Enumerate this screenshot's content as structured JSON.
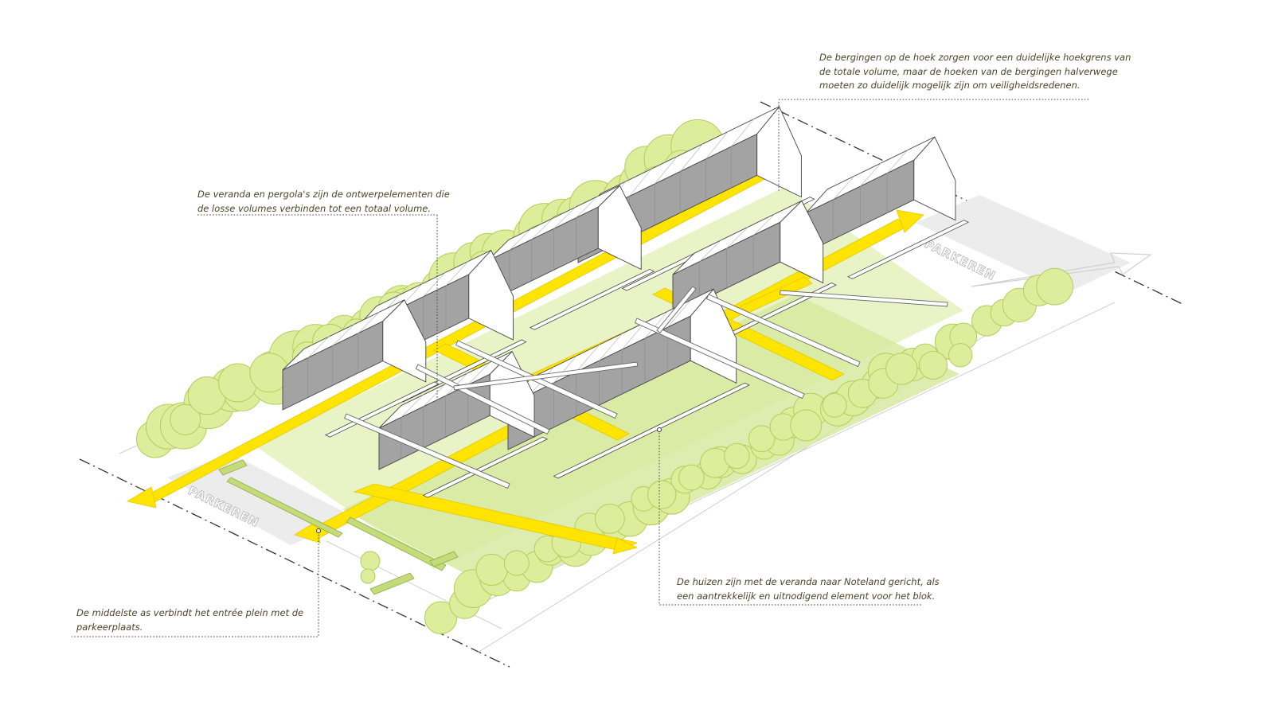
{
  "annotations": {
    "top_right": [
      "De bergingen op de hoek zorgen voor een duidelijke hoekgrens van",
      "de totale volume, maar de hoeken van de bergingen halverwege",
      "moeten zo duidelijk mogelijk zijn om veiligheidsredenen."
    ],
    "middle_left": [
      "De veranda en pergola's zijn de ontwerpelementen die",
      "de losse volumes verbinden tot een totaal volume."
    ],
    "bottom_right": [
      "De huizen zijn met de veranda naar Noteland gericht, als",
      "een aantrekkelijk en uitnodigend element voor het blok."
    ],
    "bottom_left": [
      "De middelste as verbindt het entrée plein met de",
      "parkeerplaats."
    ]
  },
  "site_labels": {
    "parking_left": "PARKEREN",
    "parking_right": "PARKEREN"
  },
  "colors": {
    "tree_fill": "#dcee9c",
    "tree_stroke": "#b5cc5a",
    "path_yellow": "#ffe400",
    "ground_green": "#c9df87",
    "roof_white": "#ffffff",
    "wall_gray": "#9a9a9a",
    "annotation_text": "#4d4326"
  }
}
